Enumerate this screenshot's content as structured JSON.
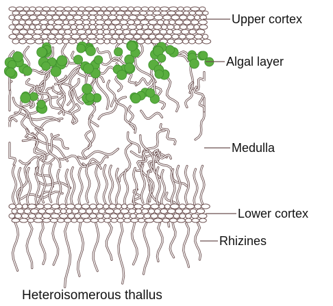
{
  "labels": {
    "upper_cortex": "Upper cortex",
    "algal_layer": "Algal layer",
    "medulla": "Medulla",
    "lower_cortex": "Lower cortex",
    "rhizines": "Rhizines"
  },
  "caption": "Heteroisomerous thallus",
  "colors": {
    "algal_cells": "#5aae3f",
    "cell_walls": "#6b4f4f",
    "background": "#ffffff"
  }
}
